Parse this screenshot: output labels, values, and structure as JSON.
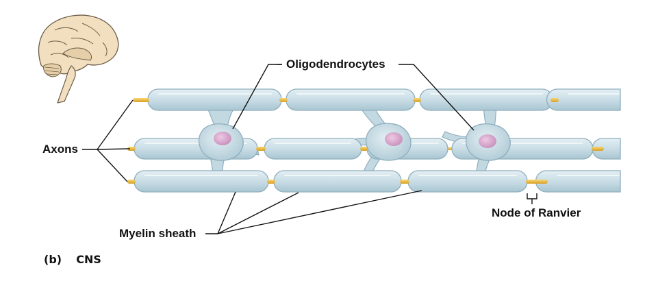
{
  "labels": {
    "oligodendrocytes": "Oligodendrocytes",
    "axons": "Axons",
    "myelin_sheath": "Myelin sheath",
    "node_of_ranvier": "Node of Ranvier"
  },
  "panel": {
    "letter": "(b)",
    "name": "CNS"
  },
  "colors": {
    "myelin_fill": "#c9dde6",
    "myelin_stroke": "#8eaebc",
    "axon": "#e8b93c",
    "nucleus": "#d8a9cf",
    "brain_fill": "#f1dfbf",
    "brain_stroke": "#6b5b45"
  }
}
